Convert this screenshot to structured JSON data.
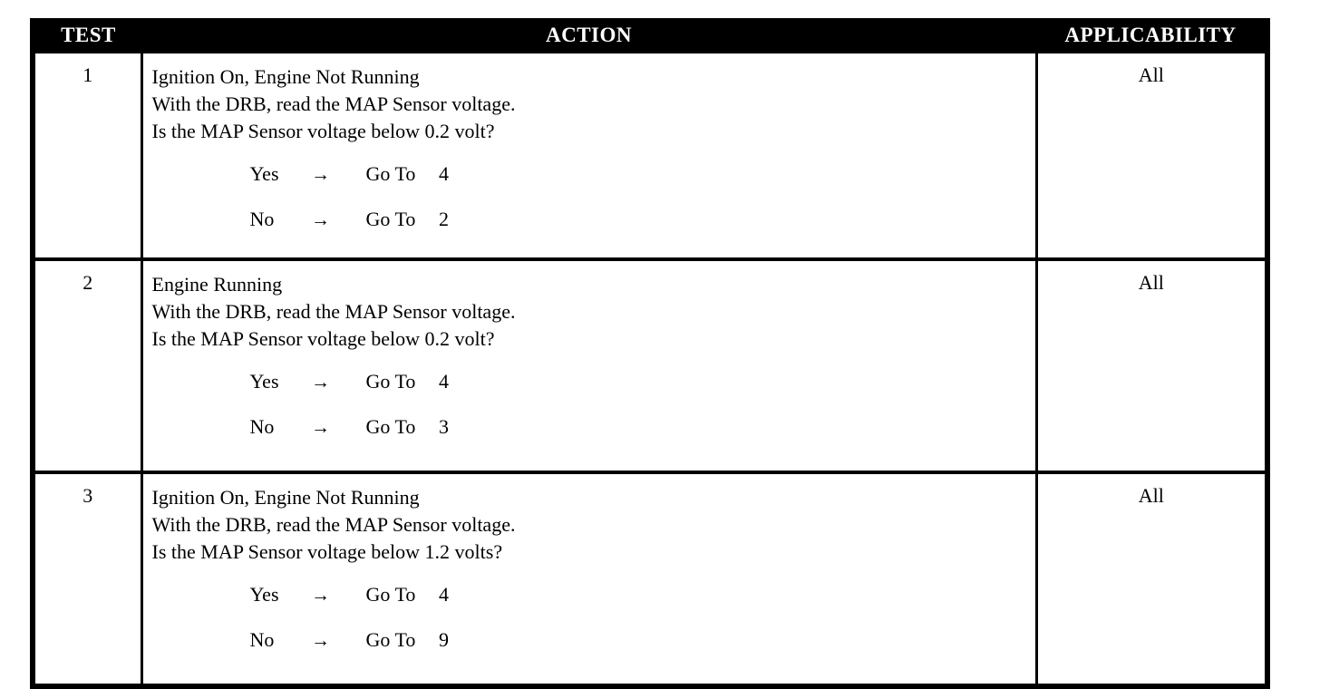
{
  "table": {
    "columns": [
      {
        "key": "test",
        "label": "TEST"
      },
      {
        "key": "action",
        "label": "ACTION"
      },
      {
        "key": "applicability",
        "label": "APPLICABILITY"
      }
    ],
    "header_background": "#000000",
    "header_text_color": "#ffffff",
    "rows": [
      {
        "test": "1",
        "lines": [
          "Ignition On, Engine Not Running",
          "With the DRB, read the MAP Sensor voltage.",
          "Is the MAP Sensor voltage below 0.2 volt?"
        ],
        "branches": [
          {
            "answer": "Yes",
            "arrow": "→",
            "action": "Go To",
            "target": "4"
          },
          {
            "answer": "No",
            "arrow": "→",
            "action": "Go To",
            "target": "2"
          }
        ],
        "applicability": "All"
      },
      {
        "test": "2",
        "lines": [
          "Engine Running",
          "With the DRB, read the MAP Sensor voltage.",
          "Is the MAP Sensor voltage below 0.2 volt?"
        ],
        "branches": [
          {
            "answer": "Yes",
            "arrow": "→",
            "action": "Go To",
            "target": "4"
          },
          {
            "answer": "No",
            "arrow": "→",
            "action": "Go To",
            "target": "3"
          }
        ],
        "applicability": "All"
      },
      {
        "test": "3",
        "lines": [
          "Ignition On, Engine Not Running",
          "With the DRB, read the MAP Sensor voltage.",
          "Is the MAP Sensor voltage below 1.2 volts?"
        ],
        "branches": [
          {
            "answer": "Yes",
            "arrow": "→",
            "action": "Go To",
            "target": "4"
          },
          {
            "answer": "No",
            "arrow": "→",
            "action": "Go To",
            "target": "9"
          }
        ],
        "applicability": "All"
      }
    ]
  }
}
